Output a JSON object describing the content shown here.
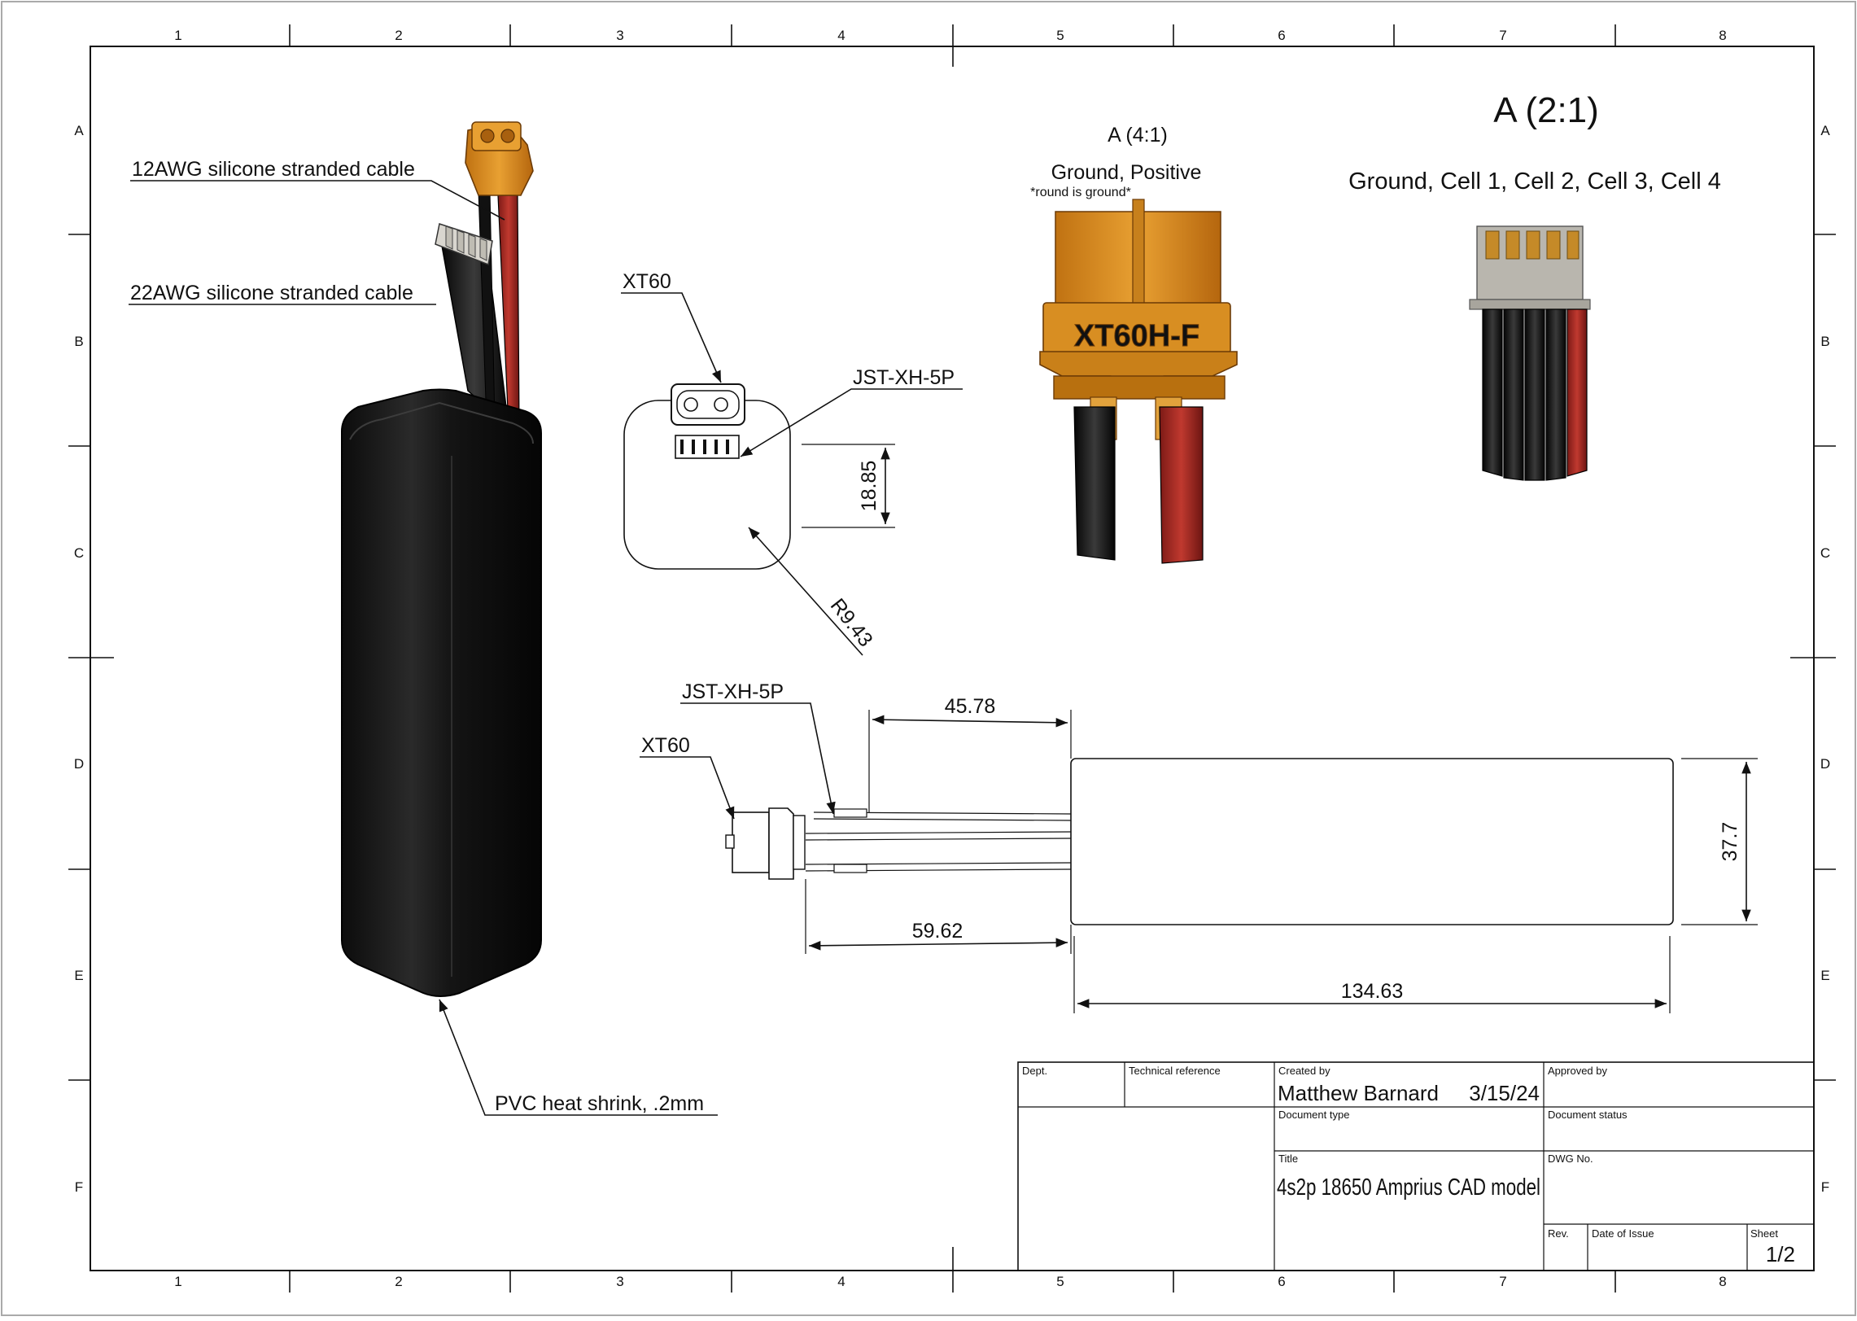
{
  "grid": {
    "columns": [
      "1",
      "2",
      "3",
      "4",
      "5",
      "6",
      "7",
      "8"
    ],
    "rows": [
      "A",
      "B",
      "C",
      "D",
      "E",
      "F"
    ]
  },
  "callouts": {
    "cable_12awg": "12AWG silicone stranded cable",
    "cable_22awg": "22AWG silicone stranded cable",
    "heat_shrink": "PVC heat shrink, .2mm",
    "xt60_top": "XT60",
    "jst_top": "JST-XH-5P",
    "xt60_side": "XT60",
    "jst_side": "JST-XH-5P"
  },
  "dimensions": {
    "height_top": "18.85",
    "radius": "R9.43",
    "lead_short": "45.78",
    "lead_long": "59.62",
    "body_length": "134.63",
    "body_height": "37.7"
  },
  "detail_xt60": {
    "title": "A (4:1)",
    "subtitle": "Ground, Positive",
    "note": "*round is ground*",
    "marking": "XT60H-F"
  },
  "detail_jst": {
    "title": "A (2:1)",
    "subtitle": "Ground, Cell 1, Cell 2, Cell 3, Cell 4"
  },
  "title_block": {
    "dept_label": "Dept.",
    "tech_ref_label": "Technical reference",
    "created_by_label": "Created by",
    "created_by": "Matthew Barnard",
    "created_date": "3/15/24",
    "approved_by_label": "Approved by",
    "doc_type_label": "Document type",
    "doc_status_label": "Document status",
    "title_label": "Title",
    "title": "4s2p 18650 Amprius CAD model",
    "dwg_no_label": "DWG No.",
    "rev_label": "Rev.",
    "date_issue_label": "Date of Issue",
    "sheet_label": "Sheet",
    "sheet": "1/2"
  },
  "colors": {
    "connector_orange": "#e59a1c",
    "connector_dark": "#b06a10",
    "cable_red": "#a82a24",
    "cable_black": "#1a1a1a",
    "housing_gray": "#b9b6ae"
  }
}
